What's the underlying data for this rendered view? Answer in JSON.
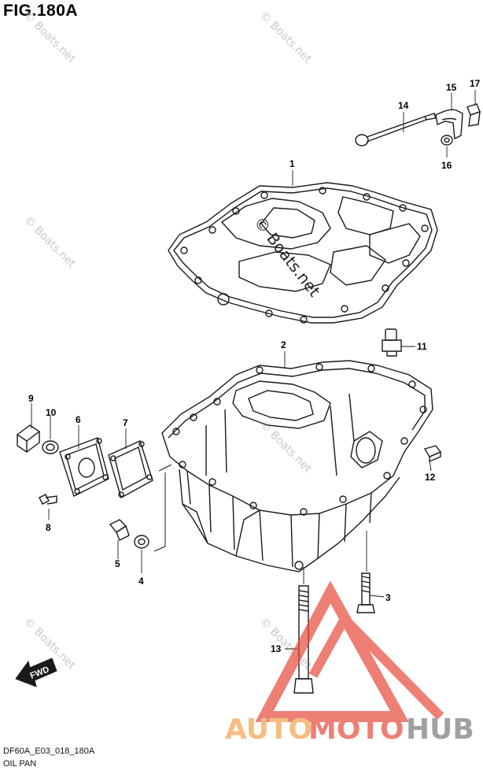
{
  "figure": {
    "title": "FIG.180A",
    "code": "DF60A_E03_018_180A",
    "subtitle": "OIL PAN"
  },
  "parts": [
    {
      "id": "1",
      "name": "gasket"
    },
    {
      "id": "2",
      "name": "oil-pan"
    },
    {
      "id": "3",
      "name": "bolt"
    },
    {
      "id": "4",
      "name": "washer"
    },
    {
      "id": "5",
      "name": "drain-plug"
    },
    {
      "id": "6",
      "name": "cover-plate"
    },
    {
      "id": "7",
      "name": "cover-gasket"
    },
    {
      "id": "8",
      "name": "screw"
    },
    {
      "id": "9",
      "name": "plug"
    },
    {
      "id": "10",
      "name": "o-ring"
    },
    {
      "id": "11",
      "name": "fitting"
    },
    {
      "id": "12",
      "name": "plug"
    },
    {
      "id": "13",
      "name": "long-bolt"
    },
    {
      "id": "14",
      "name": "dipstick"
    },
    {
      "id": "15",
      "name": "dipstick-guide"
    },
    {
      "id": "16",
      "name": "o-ring"
    },
    {
      "id": "17",
      "name": "bolt"
    }
  ],
  "watermarks": {
    "corner": "© Boats.net",
    "center": "© Boats.net",
    "brand_part1": "AUTO",
    "brand_part2": "MOTO",
    "brand_part3": "HUB"
  },
  "fwd_label": "FWD",
  "colors": {
    "line": "#1a1a1a",
    "brand_orange": "#f3a24a",
    "brand_red": "#e64a3c",
    "brand_gray": "#7a7a7a",
    "watermark": "#c8c8c8"
  }
}
